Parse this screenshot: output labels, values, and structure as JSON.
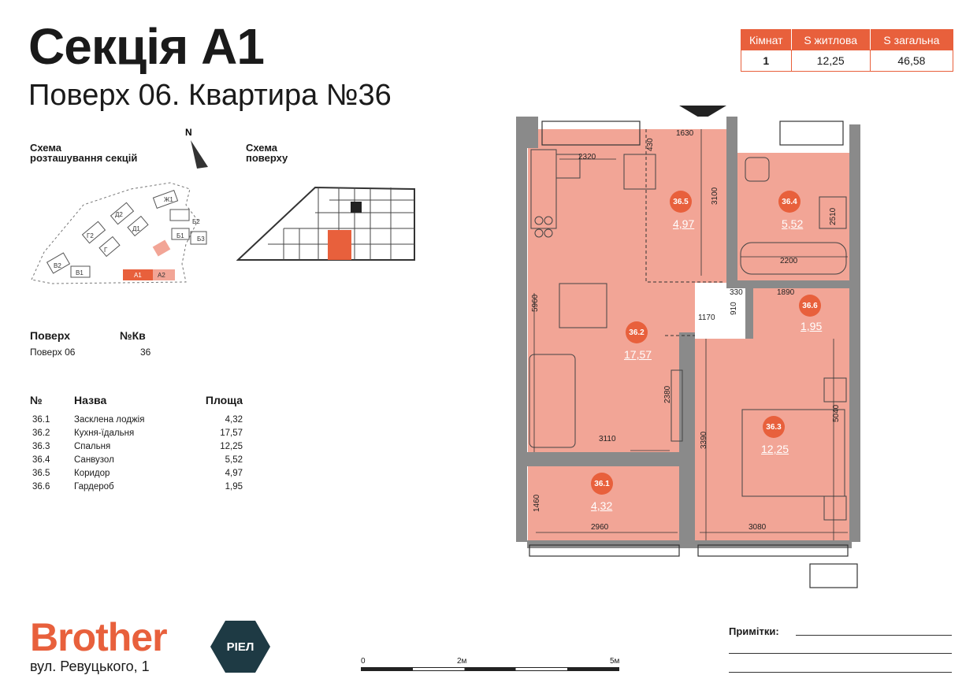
{
  "header": {
    "title": "Секція А1",
    "subtitle": "Поверх 06. Квартира №36"
  },
  "summary": {
    "headers": [
      "Кімнат",
      "S житлова",
      "S загальна"
    ],
    "values": [
      "1",
      "12,25",
      "46,58"
    ]
  },
  "schemes": {
    "sections_label": "Схема\nрозташування секцій",
    "floor_label": "Схема\nповерху",
    "north": "N",
    "sections": [
      "Ж1",
      "Д2",
      "Д1",
      "Г2",
      "Г",
      "Б2",
      "Б1",
      "Б3",
      "В2",
      "В1",
      "А1",
      "А2"
    ]
  },
  "info": {
    "floor_label": "Поверх",
    "apt_label": "№Кв",
    "floor_value": "Поверх 06",
    "apt_value": "36"
  },
  "rooms_table": {
    "headers": [
      "№",
      "Назва",
      "Площа"
    ],
    "rows": [
      {
        "num": "36.1",
        "name": "Засклена лоджія",
        "area": "4,32"
      },
      {
        "num": "36.2",
        "name": "Кухня-їдальня",
        "area": "17,57"
      },
      {
        "num": "36.3",
        "name": "Спальня",
        "area": "12,25"
      },
      {
        "num": "36.4",
        "name": "Санвузол",
        "area": "5,52"
      },
      {
        "num": "36.5",
        "name": "Коридор",
        "area": "4,97"
      },
      {
        "num": "36.6",
        "name": "Гардероб",
        "area": "1,95"
      }
    ]
  },
  "plan": {
    "rooms": [
      {
        "id": "36.1",
        "area": "4,32"
      },
      {
        "id": "36.2",
        "area": "17,57"
      },
      {
        "id": "36.3",
        "area": "12,25"
      },
      {
        "id": "36.4",
        "area": "5,52"
      },
      {
        "id": "36.5",
        "area": "4,97"
      },
      {
        "id": "36.6",
        "area": "1,95"
      }
    ],
    "dimensions": [
      "1630",
      "430",
      "2320",
      "3100",
      "2510",
      "2200",
      "330",
      "1890",
      "910",
      "1170",
      "5960",
      "2380",
      "3110",
      "3390",
      "5040",
      "1460",
      "2960",
      "3080"
    ]
  },
  "footer": {
    "brand": "Brother",
    "address": "вул. Ревуцького, 1",
    "riel": "РІЕЛ",
    "notes_label": "Примітки:",
    "scale_labels": [
      "0",
      "2м",
      "5м"
    ]
  },
  "colors": {
    "accent": "#e8603c",
    "room_fill": "#f2a596",
    "riel_bg": "#1e3a44"
  }
}
